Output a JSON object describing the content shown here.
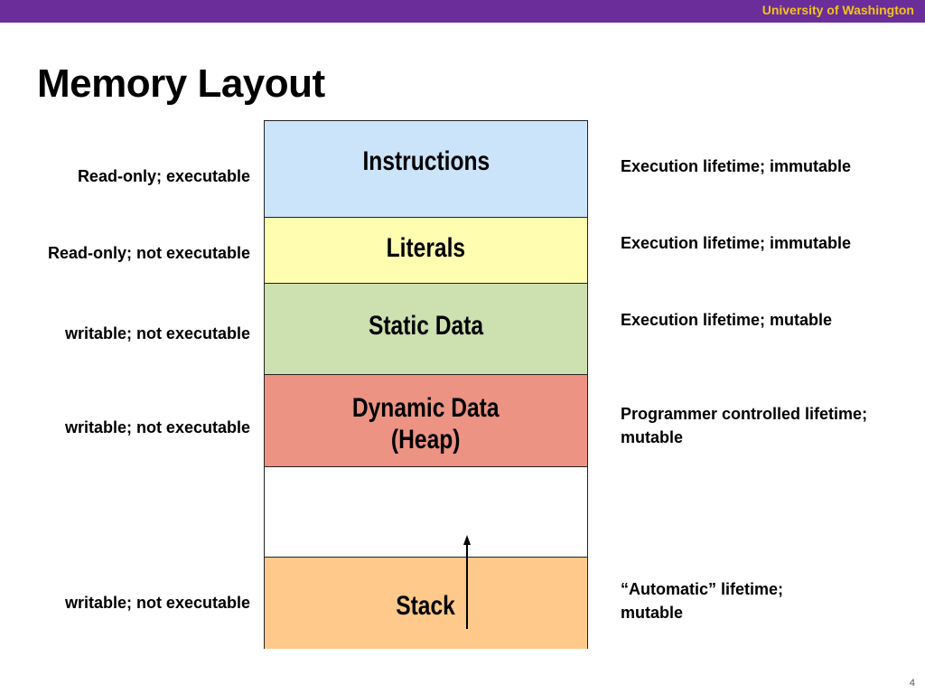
{
  "header": {
    "institution": "University of Washington",
    "bar_color": "#6b2d9a",
    "text_color": "#f0c419"
  },
  "slide": {
    "title": "Memory Layout",
    "page_number": "4"
  },
  "regions": [
    {
      "id": "instructions",
      "label": "Instructions",
      "color": "#cce4fa",
      "permission": "Read-only; executable",
      "lifetime": "Execution lifetime; immutable"
    },
    {
      "id": "literals",
      "label": "Literals",
      "color": "#fefdb0",
      "permission": "Read-only; not executable",
      "lifetime": "Execution lifetime; immutable"
    },
    {
      "id": "static",
      "label": "Static Data",
      "color": "#cde0b0",
      "permission": "writable; not executable",
      "lifetime": "Execution lifetime; mutable"
    },
    {
      "id": "heap",
      "label": "Dynamic Data\n(Heap)",
      "color": "#ec9384",
      "permission": "writable; not executable",
      "lifetime": "Programmer controlled lifetime;\nmutable"
    },
    {
      "id": "free",
      "label": "",
      "color": "#ffffff"
    },
    {
      "id": "stack",
      "label": "Stack",
      "color": "#fec98a",
      "permission": "writable; not executable",
      "lifetime": "“Automatic” lifetime;\nmutable"
    }
  ]
}
